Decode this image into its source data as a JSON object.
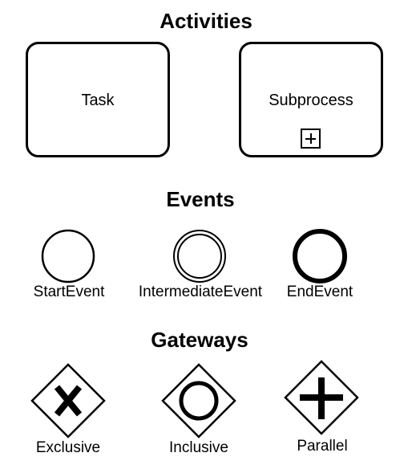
{
  "sections": {
    "activities": {
      "title": "Activities",
      "items": [
        {
          "label": "Task"
        },
        {
          "label": "Subprocess",
          "marker": "plus-square-icon"
        }
      ]
    },
    "events": {
      "title": "Events",
      "items": [
        {
          "label": "StartEvent",
          "shape": "thin-circle"
        },
        {
          "label": "IntermediateEvent",
          "shape": "double-circle"
        },
        {
          "label": "EndEvent",
          "shape": "thick-circle"
        }
      ]
    },
    "gateways": {
      "title": "Gateways",
      "items": [
        {
          "label": "Exclusive",
          "shape": "diamond-x"
        },
        {
          "label": "Inclusive",
          "shape": "diamond-circle"
        },
        {
          "label": "Parallel",
          "shape": "diamond-plus"
        }
      ]
    }
  }
}
